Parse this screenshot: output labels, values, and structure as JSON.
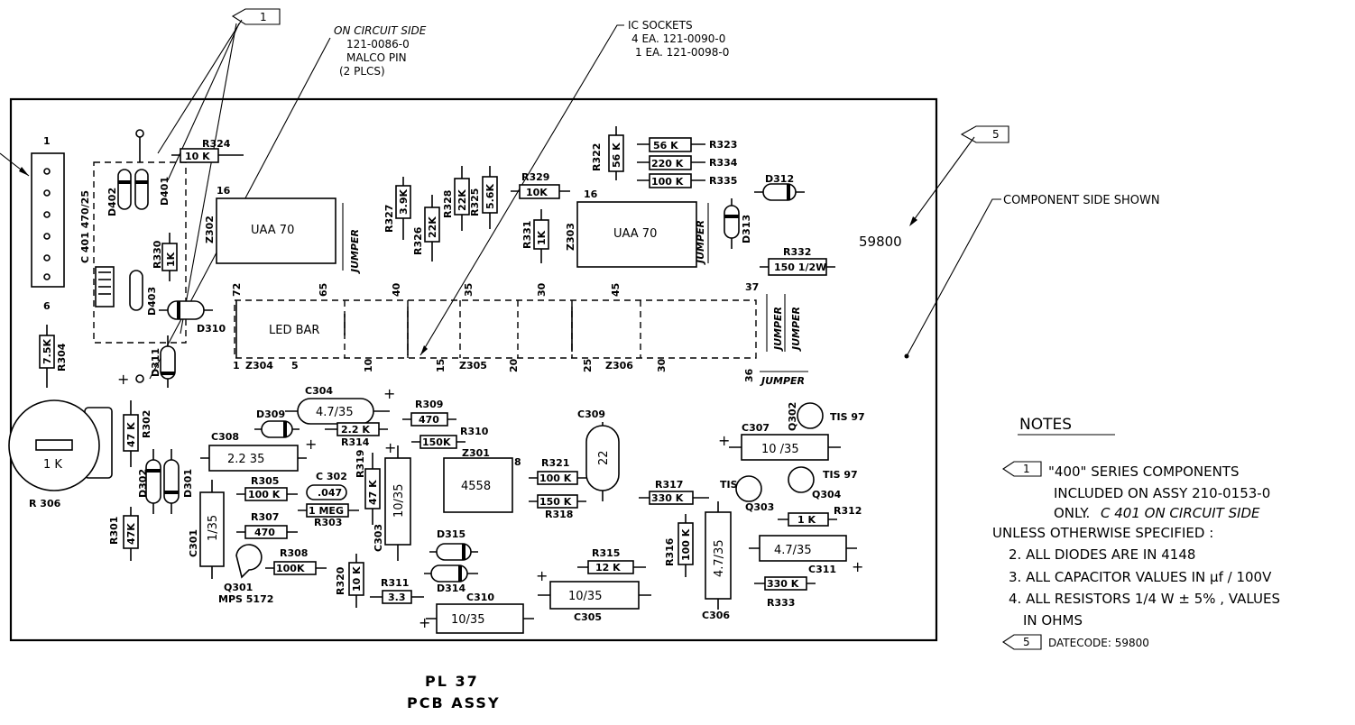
{
  "callouts": {
    "ref1": "1",
    "on_circuit_side": "ON CIRCUIT SIDE",
    "malco_pin_part": "121-0086-0",
    "malco_pin": "MALCO PIN",
    "malco_pin_qty": "(2 PLCS)",
    "ic_sockets": "IC SOCKETS",
    "ic_sockets_line1": "4 EA. 121-0090-0",
    "ic_sockets_line2": "1 EA. 121-0098-0",
    "ref5": "5",
    "component_side": "COMPONENT SIDE SHOWN",
    "datecode": "59800"
  },
  "board": {
    "connector_top": "1",
    "connector_bottom": "6",
    "c401": "C 401 470/25",
    "d402": "D402",
    "d403": "D403",
    "d401": "D401",
    "r330": "R330",
    "r330_val": "1K",
    "r324": "R324",
    "r324_val": "10 K",
    "r304": "R304",
    "r304_val": "7.5K",
    "z302": "Z302",
    "uaa70_a": "UAA 70",
    "uaa70_b": "UAA 70",
    "jumper": "JUMPER",
    "r327": "R327",
    "r327_val": "3.9K",
    "r326": "R326",
    "r326_val": "22K",
    "r328": "R328",
    "r328_val": "22K",
    "r325": "R325",
    "r325_val": "5.6K",
    "r329": "R329",
    "r329_val": "10K",
    "r331": "R331",
    "r331_val": "1K",
    "z303": "Z303",
    "r322": "R322",
    "r322_val": "56 K",
    "r323": "R323",
    "r323_val": "56 K",
    "r334": "R334",
    "r334_val": "220 K",
    "r335": "R335",
    "r335_val": "100 K",
    "d312": "D312",
    "d313": "D313",
    "r332": "R332",
    "r332_val": "150 1/2W",
    "d310": "D310",
    "d311": "D311",
    "led_bar": "LED BAR",
    "z304": "Z304",
    "z305": "Z305",
    "z306": "Z306",
    "pins_top": [
      "72",
      "65",
      "40",
      "35",
      "30",
      "45",
      "37"
    ],
    "pins_bottom": [
      "1",
      "5",
      "10",
      "15",
      "20",
      "25",
      "30",
      "36"
    ],
    "c304": "C304",
    "c304_val": "4.7/35",
    "d309": "D309",
    "r314": "R314",
    "r314_val": "2.2 K",
    "r309": "R309",
    "r309_val": "470",
    "r310": "R310",
    "r310_val": "150K",
    "z301": "Z301",
    "ic4558": "4558",
    "c309": "C309",
    "c309_val": "22",
    "c307": "C307",
    "c307_val": "10 /35",
    "q302": "Q302",
    "tis97_a": "TIS 97",
    "tis97_b": "TIS 97",
    "q304": "Q304",
    "tis93": "TIS 93",
    "q303": "Q303",
    "r306": "R 306",
    "r306_val": "1 K",
    "r302": "R302",
    "r302_val": "47 K",
    "c308": "C308",
    "c308_val": "2.2 35",
    "r305": "R305",
    "r305_val": "100 K",
    "c302": "C 302",
    "c302_val": ".047",
    "r303": "R303",
    "r303_val": "1 MEG",
    "r319": "R319",
    "r319_val": "47 K",
    "c303": "C303",
    "c303_val": "10/35",
    "d302": "D302",
    "d301": "D301",
    "r301": "R301",
    "r301_val": "47K",
    "c301": "C301",
    "c301_val": "1/35",
    "r307": "R307",
    "r307_val": "470",
    "r308": "R308",
    "r308_val": "100K",
    "q301": "Q301",
    "mps5172": "MPS 5172",
    "r320": "R320",
    "r320_val": "10 K",
    "r311": "R311",
    "r311_val": "3.3",
    "d315": "D315",
    "d314": "D314",
    "c310": "C310",
    "c310_val": "10/35",
    "r315": "R315",
    "r315_val": "12 K",
    "c305": "C305",
    "c305_val": "10/35",
    "r321": "R321",
    "r321_val": "100 K",
    "r318": "R318",
    "r318_val": "150 K",
    "r317": "R317",
    "r317_val": "330 K",
    "r316": "R316",
    "r316_val": "100 K",
    "c306": "C306",
    "c306_val": "4.7/35",
    "r312": "R312",
    "r312_val": "1 K",
    "c311": "C311",
    "c311_val": "4.7/35",
    "r333": "R333",
    "r333_val": "330 K",
    "plus": "+"
  },
  "notes": {
    "heading": "NOTES",
    "n1_ref": "1",
    "n1_line1": "\"400\" SERIES COMPONENTS",
    "n1_line2": "INCLUDED ON ASSY 210-0153-0",
    "n1_line3a": "ONLY.",
    "n1_line3b": "C 401 ON CIRCUIT SIDE",
    "unless": "UNLESS OTHERWISE SPECIFIED :",
    "n2": "2. ALL DIODES ARE IN 4148",
    "n3": "3. ALL CAPACITOR VALUES IN µf / 100V",
    "n4a": "4. ALL RESISTORS 1/4 W ± 5% , VALUES",
    "n4b": "IN OHMS",
    "n5_ref": "5",
    "n5": "DATECODE: 59800"
  },
  "title": {
    "line1": "PL 37",
    "line2": "PCB ASSY"
  }
}
